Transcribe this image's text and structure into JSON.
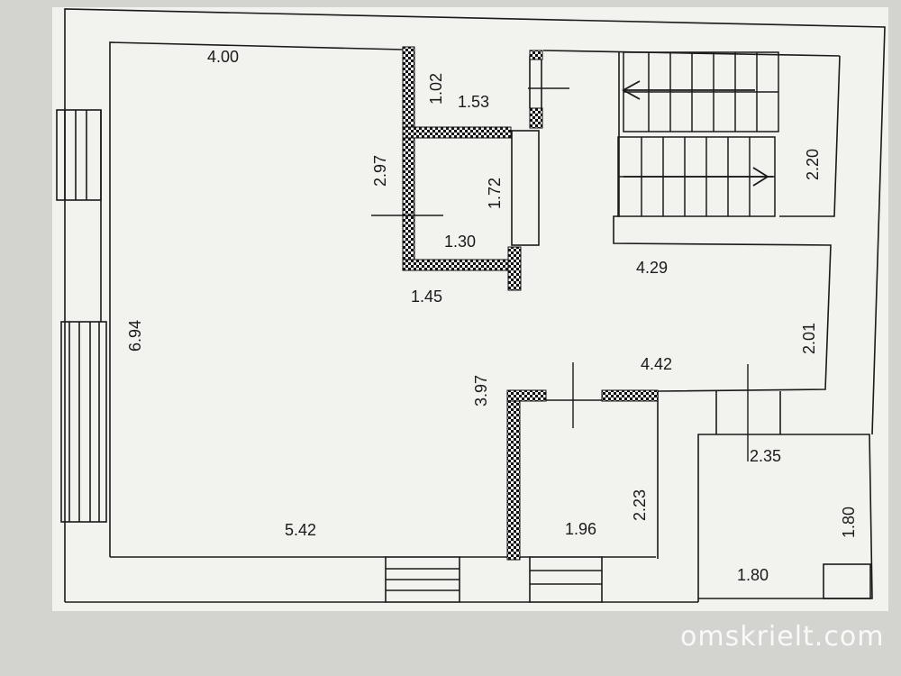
{
  "dimensions": {
    "d_4_00": "4.00",
    "d_1_02": "1.02",
    "d_1_53": "1.53",
    "d_2_97": "2.97",
    "d_1_72": "1.72",
    "d_1_30": "1.30",
    "d_1_45": "1.45",
    "d_2_20": "2.20",
    "d_4_29": "4.29",
    "d_6_94": "6.94",
    "d_2_01": "2.01",
    "d_3_97": "3.97",
    "d_4_42": "4.42",
    "d_2_35": "2.35",
    "d_2_23": "2.23",
    "d_1_80_v": "1.80",
    "d_5_42": "5.42",
    "d_1_96": "1.96",
    "d_1_80_h": "1.80"
  },
  "watermark": "omskrielt.com",
  "colors": {
    "paper": "#f2f3ef",
    "ink": "#1a1a1a",
    "background": "#d3d4d0"
  }
}
